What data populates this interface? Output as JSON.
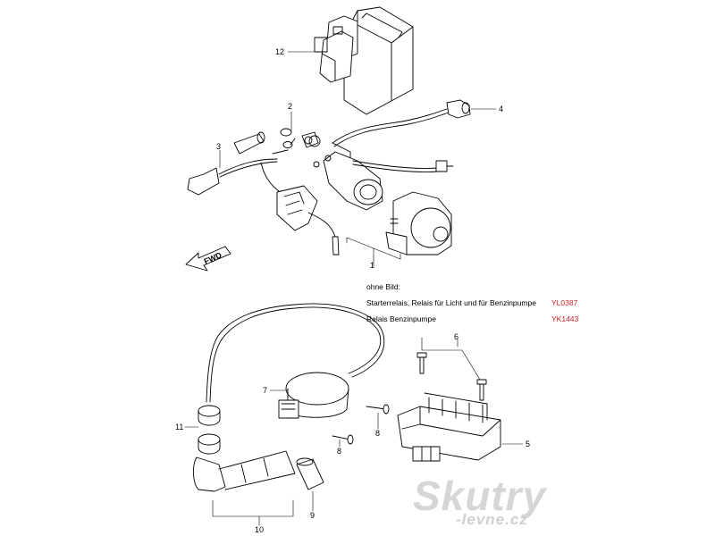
{
  "callouts": {
    "c1": "1",
    "c2": "2",
    "c3": "3",
    "c4": "4",
    "c5": "5",
    "c6": "6",
    "c7": "7",
    "c8a": "8",
    "c8b": "8",
    "c9": "9",
    "c10": "10",
    "c11": "11",
    "c12": "12"
  },
  "fwd_label": "FWD",
  "notes": {
    "heading": "ohne Bild:",
    "items": [
      {
        "text": "Starterrelais, Relais für Licht und für Benzinpumpe",
        "code": "YL0387"
      },
      {
        "text": "Relais Benzinpumpe",
        "code": "YK1443"
      }
    ]
  },
  "watermark": {
    "main": "Skutry",
    "sub": "-levne.cz"
  },
  "colors": {
    "line": "#000000",
    "code": "#cc2222",
    "watermark": "#d6d6d6"
  }
}
